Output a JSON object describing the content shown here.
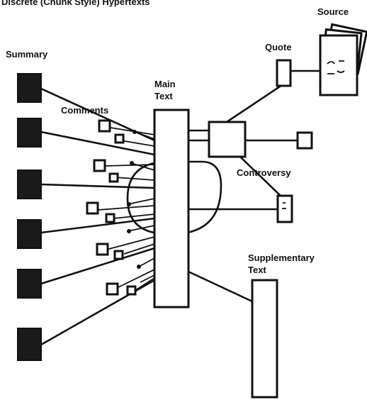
{
  "title": "Discrete (Chunk Style) Hypertexts",
  "labels": {
    "summary": "Summary",
    "comments": "Comments",
    "main_text_line1": "Main",
    "main_text_line2": "Text",
    "quote": "Quote",
    "source": "Source",
    "controversy": "Controversy",
    "supplementary_line1": "Supplementary",
    "supplementary_line2": "Text"
  },
  "colors": {
    "ink": "#111111",
    "paper": "#ffffff"
  }
}
